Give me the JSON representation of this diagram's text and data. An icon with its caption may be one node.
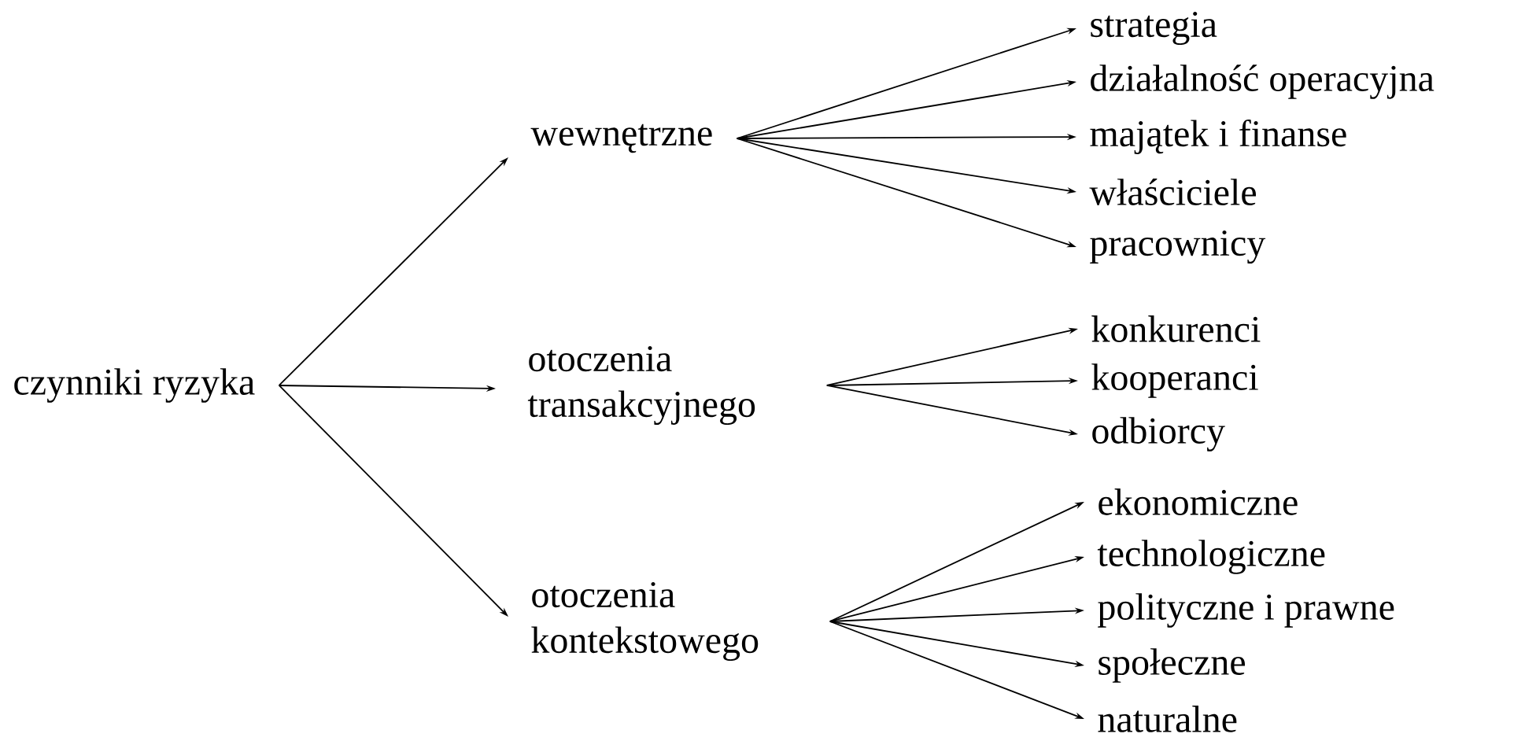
{
  "diagram": {
    "nodes": [
      {
        "text": [
          "czynniki ryzyka"
        ]
      },
      {
        "text": [
          "wewnętrzne"
        ]
      },
      {
        "text": [
          "otoczenia transakcyjnego"
        ]
      },
      {
        "text": [
          "otoczenia kontekstowego"
        ]
      },
      {
        "text": [
          "strategia"
        ]
      },
      {
        "text": [
          "działalność operacyjna"
        ]
      },
      {
        "text": [
          "majątek i finanse"
        ]
      },
      {
        "text": [
          "właściciele"
        ]
      },
      {
        "text": [
          "pracownicy"
        ]
      },
      {
        "text": [
          "konkurenci"
        ]
      },
      {
        "text": [
          "kooperanci"
        ]
      },
      {
        "text": [
          "odbiorcy"
        ]
      },
      {
        "text": [
          "ekonomiczne"
        ]
      },
      {
        "text": [
          "technologiczne"
        ]
      },
      {
        "text": [
          "polityczne i prawne"
        ]
      },
      {
        "text": [
          "społeczne"
        ]
      },
      {
        "text": [
          "naturalne"
        ]
      }
    ],
    "edges": [
      {
        "from": 0,
        "to": 1,
        "arrow": "to"
      },
      {
        "from": 0,
        "to": 2,
        "arrow": "to"
      },
      {
        "from": 0,
        "to": 3,
        "arrow": "to"
      },
      {
        "from": 1,
        "to": 4,
        "arrow": "to"
      },
      {
        "from": 1,
        "to": 5,
        "arrow": "to"
      },
      {
        "from": 1,
        "to": 6,
        "arrow": "to"
      },
      {
        "from": 1,
        "to": 7,
        "arrow": "to"
      },
      {
        "from": 1,
        "to": 8,
        "arrow": "to"
      },
      {
        "from": 2,
        "to": 9,
        "arrow": "to"
      },
      {
        "from": 2,
        "to": 10,
        "arrow": "to"
      },
      {
        "from": 2,
        "to": 11,
        "arrow": "to"
      },
      {
        "from": 3,
        "to": 12,
        "arrow": "to"
      },
      {
        "from": 3,
        "to": 13,
        "arrow": "to"
      },
      {
        "from": 3,
        "to": 14,
        "arrow": "to"
      },
      {
        "from": 3,
        "to": 15,
        "arrow": "to"
      },
      {
        "from": 3,
        "to": 16,
        "arrow": "to"
      }
    ]
  }
}
